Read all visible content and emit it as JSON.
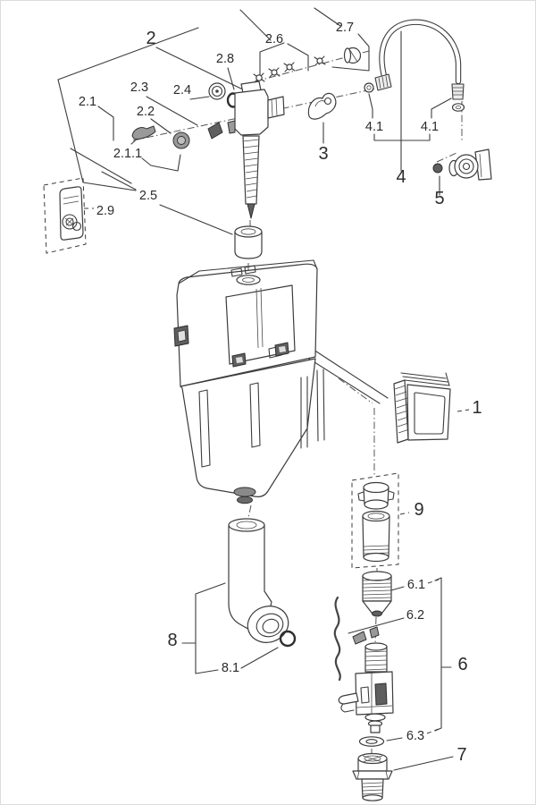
{
  "diagram": {
    "kind": "exploded-parts-diagram",
    "labels": {
      "p1": "1",
      "p2": "2",
      "p2_1": "2.1",
      "p2_1_1": "2.1.1",
      "p2_2": "2.2",
      "p2_3": "2.3",
      "p2_4": "2.4",
      "p2_5": "2.5",
      "p2_6": "2.6",
      "p2_7": "2.7",
      "p2_8": "2.8",
      "p2_9": "2.9",
      "p3": "3",
      "p4": "4",
      "p4_1_left": "4.1",
      "p4_1_right": "4.1",
      "p5": "5",
      "p6": "6",
      "p6_1": "6.1",
      "p6_2": "6.2",
      "p6_3": "6.3",
      "p7": "7",
      "p8": "8",
      "p8_1": "8.1",
      "p9": "9"
    },
    "colors": {
      "background": "#ffffff",
      "line": "#3c3c3c",
      "label_text": "#2b2b2b",
      "dark_part": "#5f5f5f",
      "mid_part": "#9a9a9a"
    }
  }
}
